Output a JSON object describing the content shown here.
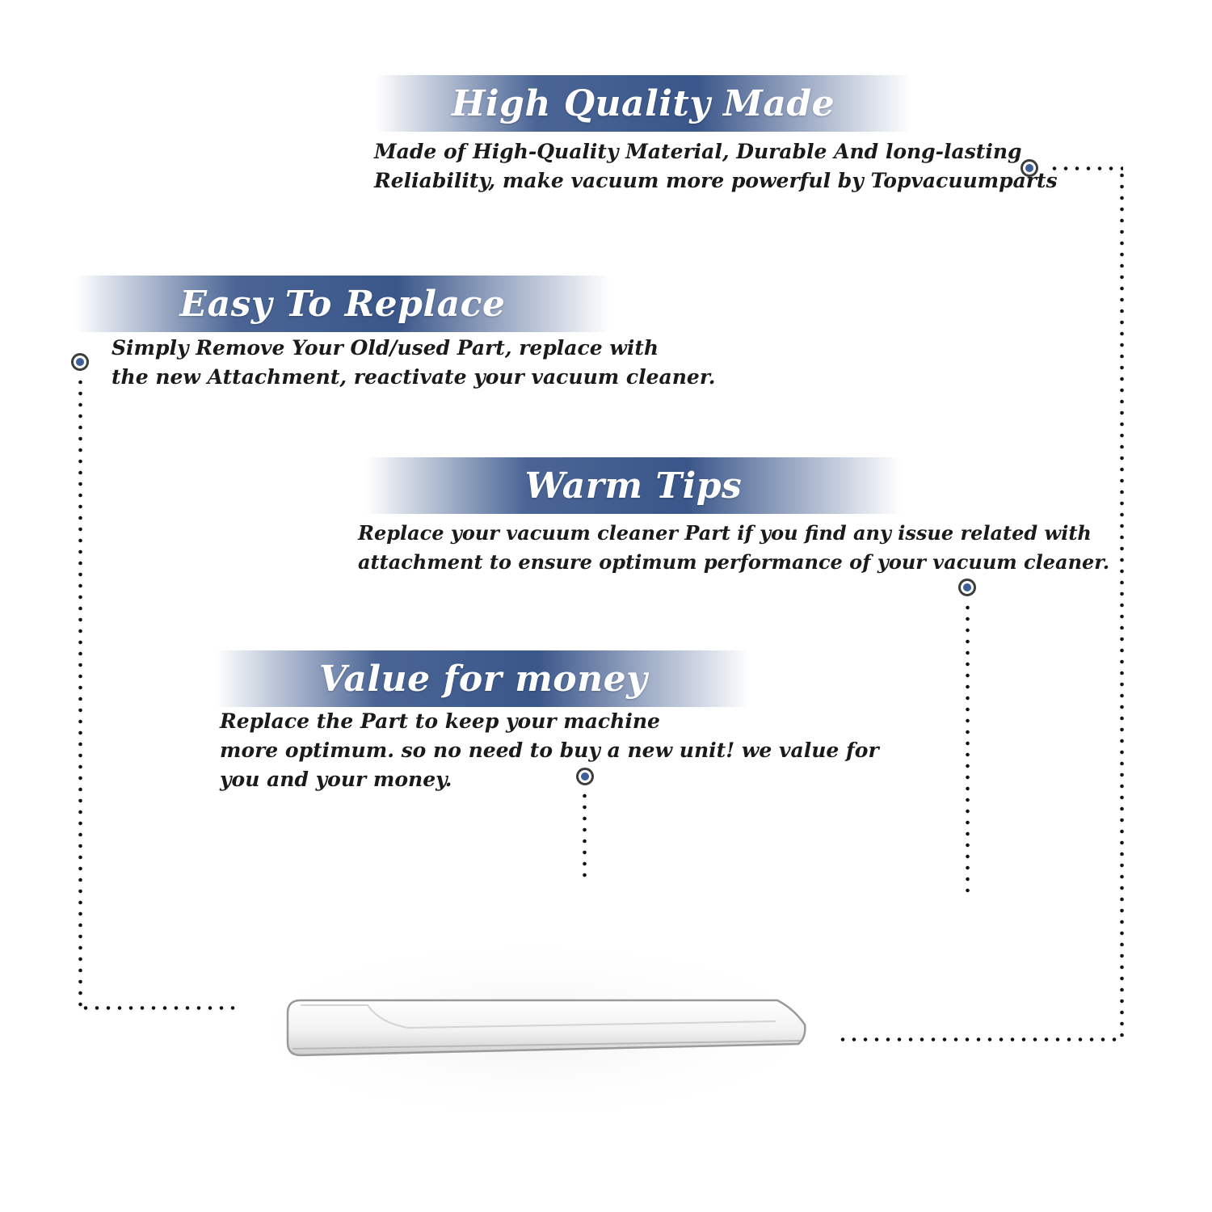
{
  "sections": [
    {
      "title": "High Quality Made",
      "lines": [
        "Made of  High-Quality Material, Durable And long-lasting",
        "Reliability, make vacuum more powerful by Topvacuumparts"
      ]
    },
    {
      "title": "Easy To Replace",
      "lines": [
        "Simply Remove Your Old/used Part, replace with",
        "the new Attachment, reactivate your vacuum cleaner."
      ]
    },
    {
      "title": "Warm Tips",
      "lines": [
        "Replace your vacuum cleaner Part if you find any issue related with",
        " attachment to ensure optimum performance of your vacuum cleaner."
      ]
    },
    {
      "title": "Value for money",
      "lines": [
        "Replace the Part to keep your machine",
        "more optimum. so no need to buy a new unit! we value for",
        "you and your money."
      ]
    }
  ],
  "colors": {
    "banner": "#3a568a",
    "marker_dot": "#3d5f9a",
    "text": "#1a1a1a"
  },
  "product": {
    "icon": "crevice-tool-icon"
  }
}
